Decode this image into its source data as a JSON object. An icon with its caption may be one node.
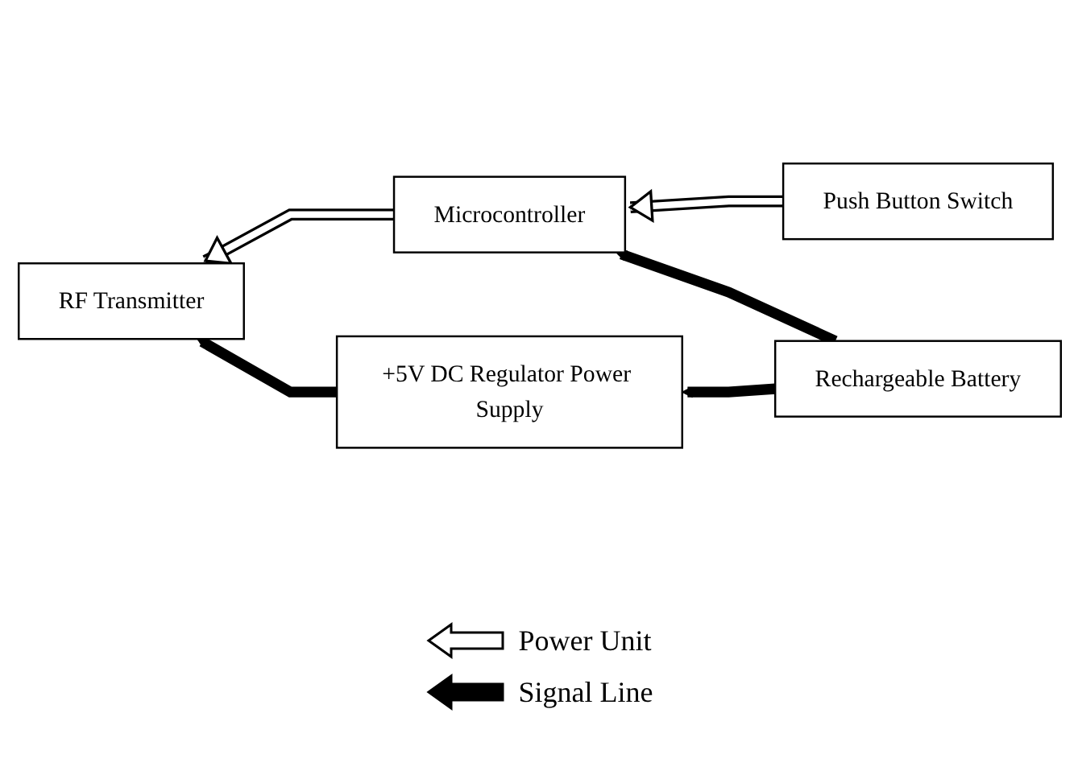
{
  "diagram": {
    "nodes": [
      {
        "text": [
          "RF Transmitter"
        ]
      },
      {
        "text": [
          "Microcontroller"
        ]
      },
      {
        "text": [
          "Push Button Switch"
        ]
      },
      {
        "text": [
          "+5V DC Regulator Power Supply"
        ]
      },
      {
        "text": [
          "Rechargeable Battery"
        ]
      }
    ],
    "edges": [
      {
        "from": 1,
        "to": 0,
        "arrow": "to",
        "color": "#ffffff"
      },
      {
        "from": 2,
        "to": 1,
        "arrow": "to",
        "color": "#ffffff"
      },
      {
        "from": 3,
        "to": 0,
        "arrow": "to"
      },
      {
        "from": 4,
        "to": 1,
        "arrow": "to"
      },
      {
        "from": 4,
        "to": 3,
        "arrow": "to"
      }
    ],
    "legend": [
      {
        "text": "Power Unit"
      },
      {
        "text": "Signal Line"
      }
    ]
  }
}
